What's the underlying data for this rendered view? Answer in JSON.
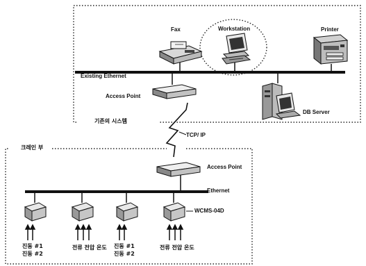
{
  "existing_system": {
    "label": "기존의 시스템",
    "devices": {
      "fax": "Fax",
      "workstation": "Workstation",
      "printer": "Printer",
      "db_server": "DB Server",
      "access_point": "Access Point"
    },
    "network": "Existing Ethernet"
  },
  "link": {
    "label": "TCP/ IP"
  },
  "crane_section": {
    "label": "크레인 부",
    "access_point": "Access Point",
    "network": "Ethernet",
    "module_label": "WCMS-04D",
    "sensor_labels": {
      "m1_line1": "진동 #1",
      "m1_line2": "진동 #2",
      "m2": "전류 전압 온도",
      "m3_line1": "진동 #1",
      "m3_line2": "진동 #2",
      "m4": "전류 전압 온도"
    }
  }
}
